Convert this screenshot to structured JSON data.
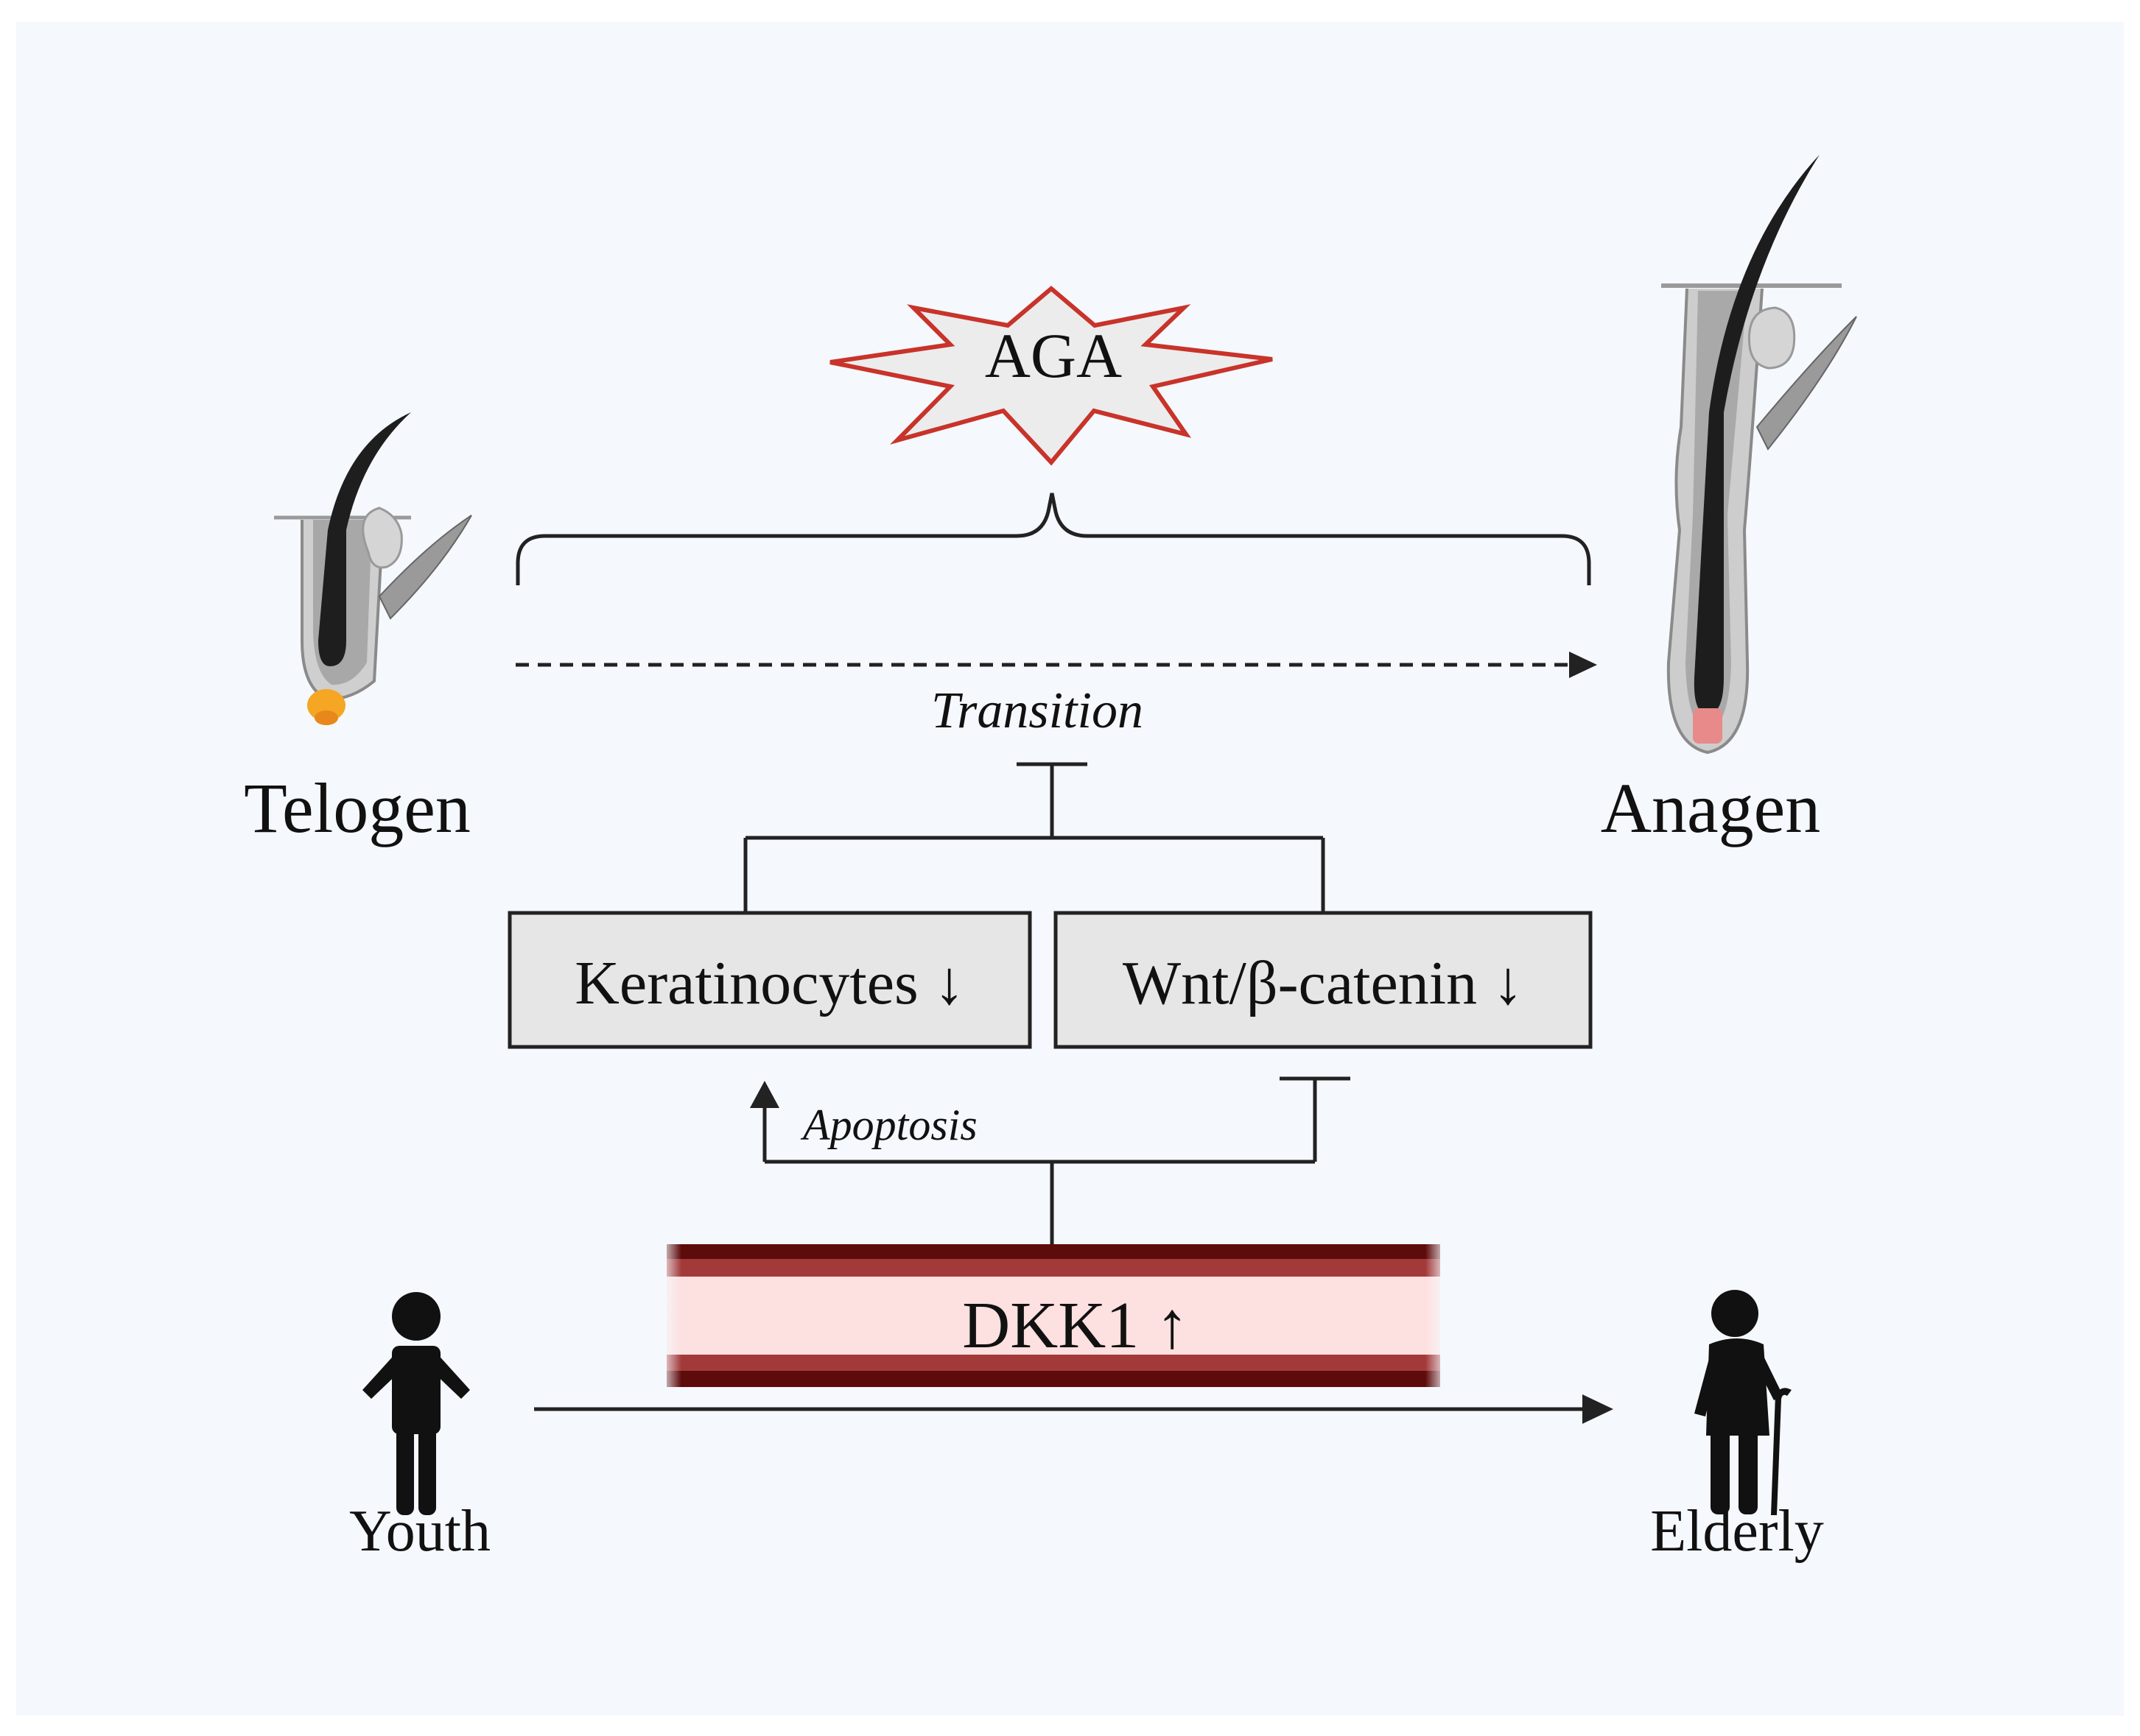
{
  "labels": {
    "aga": "AGA",
    "transition": "Transition",
    "telogen": "Telogen",
    "anagen": "Anagen",
    "keratinocytes": "Keratinocytes ↓",
    "wnt": "Wnt/β-catenin ↓",
    "apoptosis": "Apoptosis",
    "dkk1": "DKK1 ↑",
    "youth": "Youth",
    "elderly": "Elderly"
  },
  "icons": {
    "telogen_follicle": "telogen-hair-follicle-icon",
    "anagen_follicle": "anagen-hair-follicle-icon",
    "youth": "young-person-icon",
    "elderly": "elderly-person-with-cane-icon",
    "aga_burst": "starburst-icon"
  },
  "colors": {
    "background": "#f5f8fc",
    "burst_stroke": "#c8332a",
    "burst_fill": "#ececec",
    "box_fill": "#e6e6e6",
    "band_dark": "#5e0b0b",
    "band_light": "#fde0e0",
    "line": "#222222",
    "papilla_telogen": "#f5a623",
    "papilla_anagen": "#e88a8a"
  }
}
